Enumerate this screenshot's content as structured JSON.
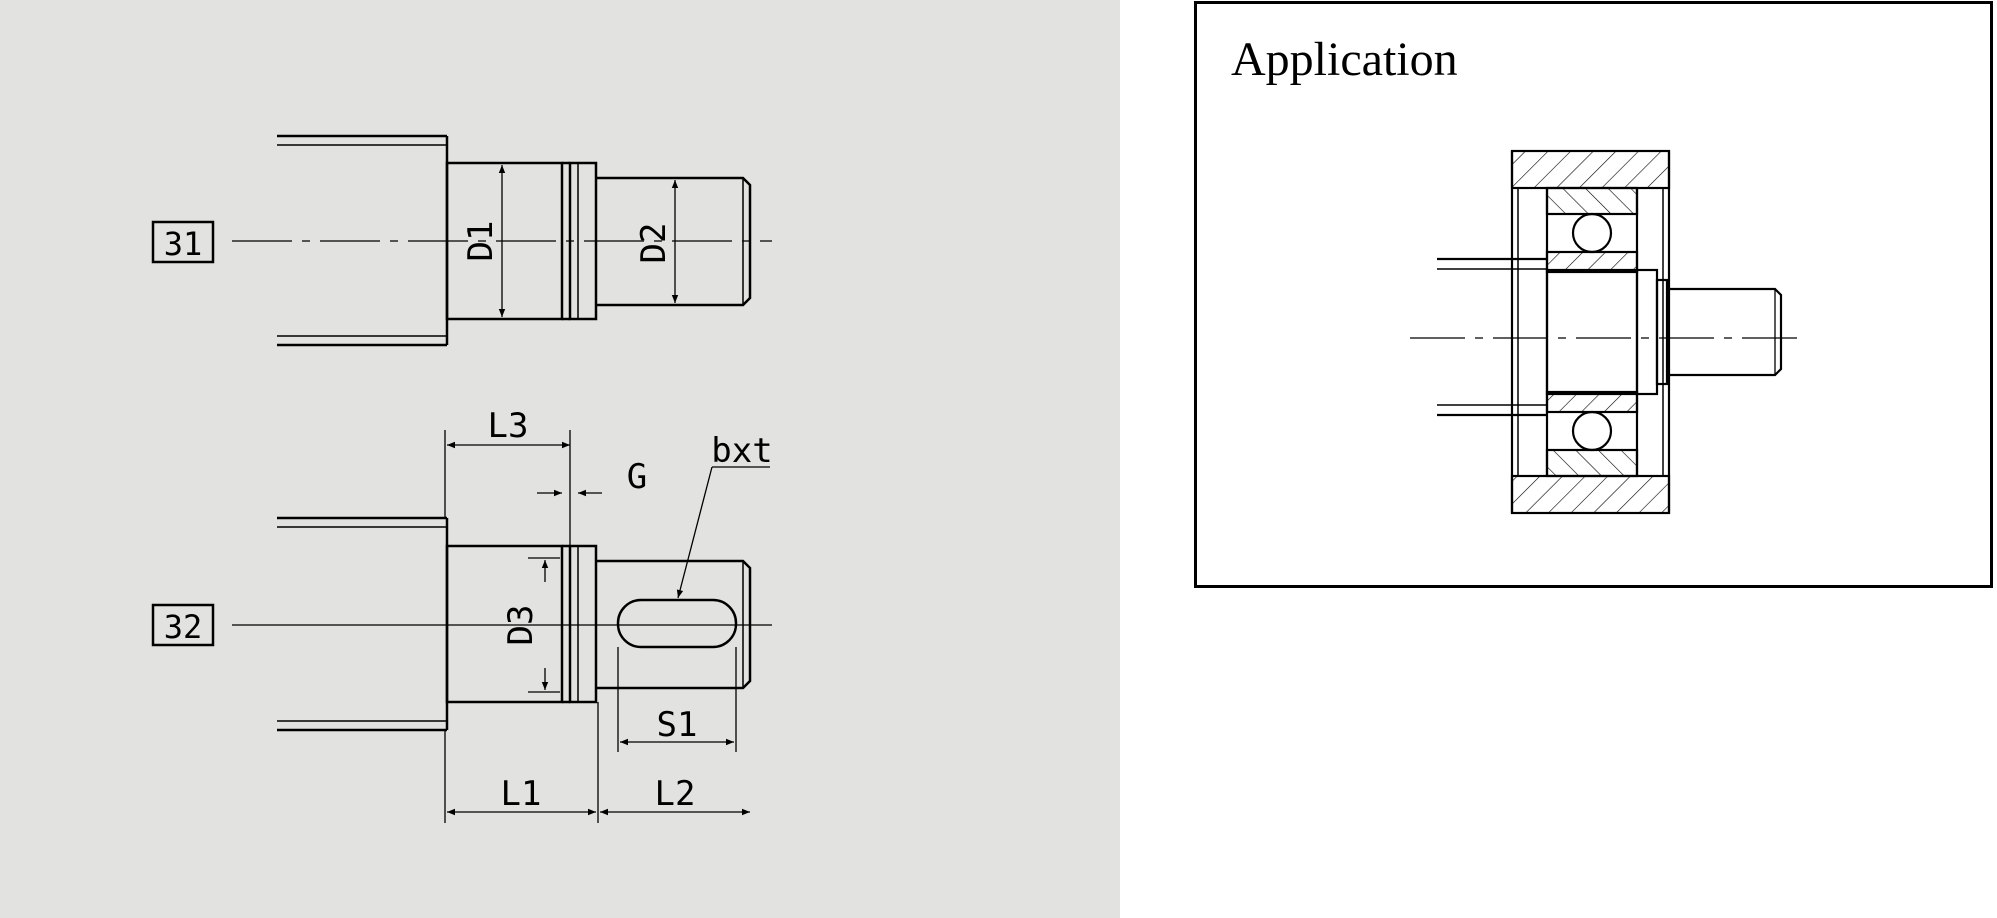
{
  "shaft_31": {
    "badge": "31",
    "dim_d1": "D1",
    "dim_d2": "D2"
  },
  "shaft_32": {
    "badge": "32",
    "dim_l3": "L3",
    "dim_g": "G",
    "dim_bxt": "bxt",
    "dim_d3": "D3",
    "dim_s1": "S1",
    "dim_l1": "L1",
    "dim_l2": "L2"
  },
  "application": {
    "title": "Application"
  },
  "colors": {
    "panel_background": "#e2e2e0",
    "line": "#000000"
  }
}
